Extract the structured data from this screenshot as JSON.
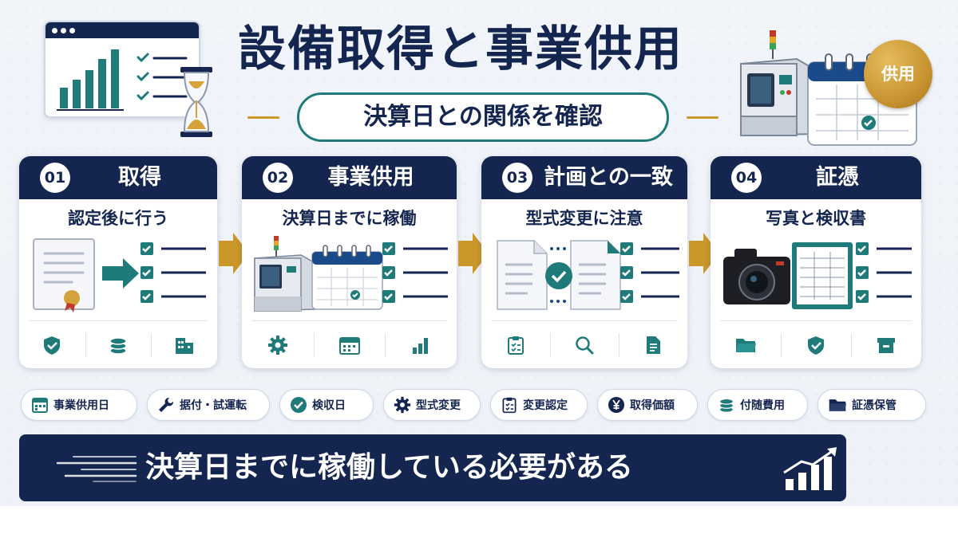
{
  "header": {
    "title": "設備取得と事業供用",
    "subtitle": "決算日との関係を確認",
    "seal_label": "供用"
  },
  "steps": [
    {
      "num": "01",
      "title": "取得",
      "subtitle": "認定後に行う",
      "foot_icons": [
        "shield-check-icon",
        "coins-icon",
        "building-icon"
      ]
    },
    {
      "num": "02",
      "title": "事業供用",
      "subtitle": "決算日までに稼働",
      "foot_icons": [
        "gear-icon",
        "calendar-icon",
        "bar-chart-icon"
      ]
    },
    {
      "num": "03",
      "title": "計画との一致",
      "subtitle": "型式変更に注意",
      "foot_icons": [
        "clipboard-check-icon",
        "magnifier-icon",
        "document-icon"
      ]
    },
    {
      "num": "04",
      "title": "証憑",
      "subtitle": "写真と検収書",
      "foot_icons": [
        "folder-icon",
        "shield-check-icon",
        "archive-box-icon"
      ]
    }
  ],
  "chips": [
    {
      "label": "事業供用日",
      "icon": "calendar-icon"
    },
    {
      "label": "据付・試運転",
      "icon": "wrench-icon"
    },
    {
      "label": "検収日",
      "icon": "check-circle-icon"
    },
    {
      "label": "型式変更",
      "icon": "gear-icon"
    },
    {
      "label": "変更認定",
      "icon": "clipboard-check-icon"
    },
    {
      "label": "取得価額",
      "icon": "yen-icon"
    },
    {
      "label": "付随費用",
      "icon": "coins-icon"
    },
    {
      "label": "証憑保管",
      "icon": "folder-icon"
    }
  ],
  "banner": {
    "text": "決算日までに稼働している必要がある"
  },
  "colors": {
    "navy": "#14264f",
    "teal": "#1f7a7a",
    "gold": "#c9972a",
    "background": "#eef2f8"
  }
}
